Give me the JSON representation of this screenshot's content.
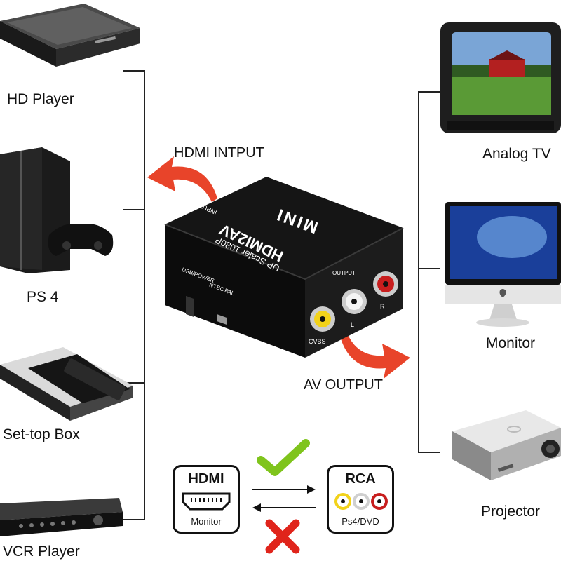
{
  "inputs": {
    "hd_player": "HD Player",
    "ps4": "PS 4",
    "settop": "Set-top Box",
    "vcr": "VCR Player"
  },
  "outputs": {
    "analog_tv": "Analog TV",
    "monitor": "Monitor",
    "projector": "Projector"
  },
  "arrows": {
    "hdmi_input": "HDMI INTPUT",
    "av_output": "AV OUTPUT"
  },
  "converter": {
    "brand": "MINI",
    "model": "HDMI2AV",
    "subtitle": "UP Scaler 1080P",
    "input_port": "INPUT",
    "usb_power": "USB/POWER",
    "ntsc": "NTSC",
    "pal": "PAL",
    "output_label": "OUTPUT",
    "cvbs": "CVBS",
    "l": "L",
    "r": "R"
  },
  "legend": {
    "hdmi_title": "HDMI",
    "hdmi_sub": "Monitor",
    "rca_title": "RCA",
    "rca_sub": "Ps4/DVD"
  },
  "colors": {
    "arrow_red": "#e8442a",
    "check_green": "#7fc41c",
    "cross_red": "#e0241b",
    "rca_yellow": "#f2d21a",
    "rca_white": "#e6e6e6",
    "rca_red": "#c81e1e"
  }
}
